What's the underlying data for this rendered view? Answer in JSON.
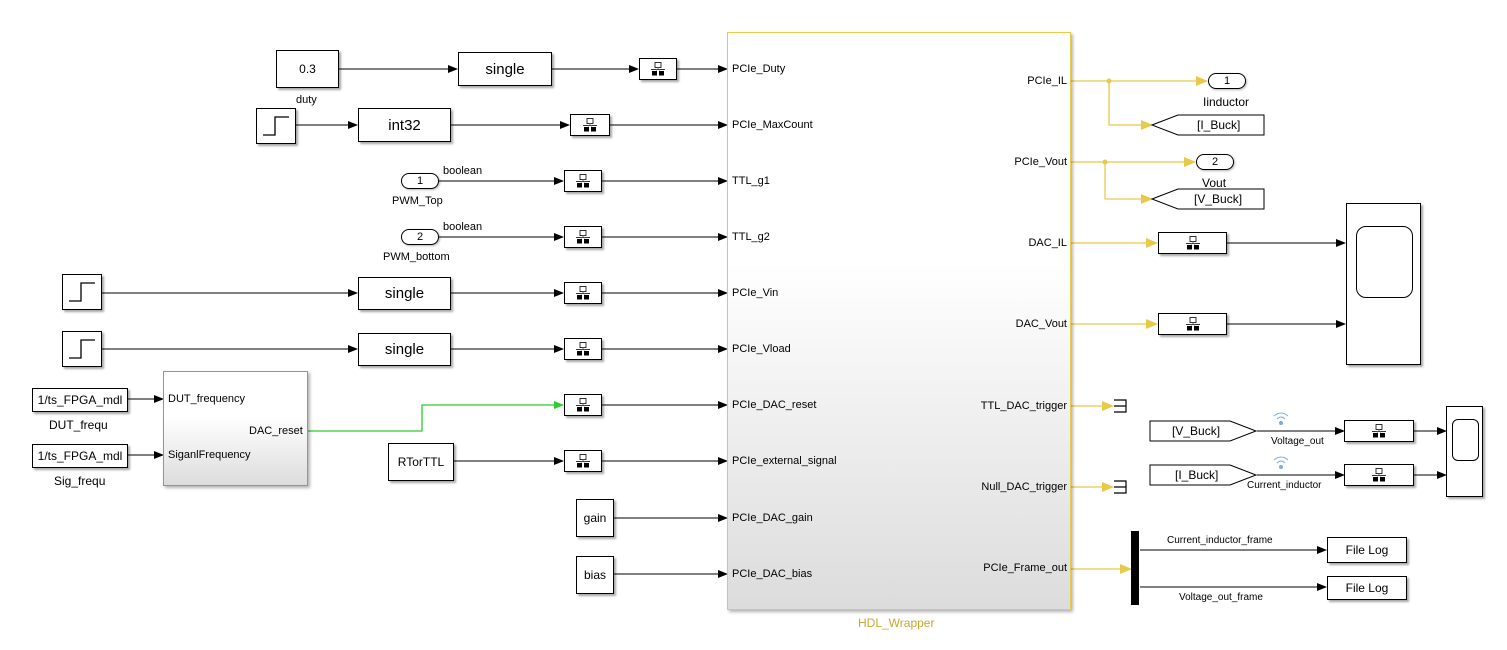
{
  "colors": {
    "signal": "#000000",
    "bus_yellow": "#e8c94a",
    "green_line": "#2ecc2e",
    "wrapper_label": "#c8a832"
  },
  "sources": {
    "duty": {
      "value": "0.3",
      "label": "duty"
    },
    "int_block": "int32",
    "single_1": "single",
    "single_2": "single",
    "single_3": "single",
    "pwm_top": {
      "number": "1",
      "label": "PWM_Top",
      "type": "boolean"
    },
    "pwm_bottom": {
      "number": "2",
      "label": "PWM_bottom",
      "type": "boolean"
    },
    "dut_frequ": {
      "value": "1/ts_FPGA_mdl",
      "label": "DUT_frequ"
    },
    "sig_frequ": {
      "value": "1/ts_FPGA_mdl",
      "label": "Sig_frequ"
    },
    "rtorttl": "RTorTTL",
    "gain": "gain",
    "bias": "bias"
  },
  "subsystem": {
    "in1": "DUT_frequency",
    "in2": "SiganlFrequency",
    "out1": "DAC_reset"
  },
  "wrapper": {
    "name": "HDL_Wrapper",
    "inputs": [
      "PCIe_Duty",
      "PCIe_MaxCount",
      "TTL_g1",
      "TTL_g2",
      "PCIe_Vin",
      "PCIe_Vload",
      "PCIe_DAC_reset",
      "PCIe_external_signal",
      "PCIe_DAC_gain",
      "PCIe_DAC_bias"
    ],
    "outputs": [
      "PCIe_IL",
      "PCIe_Vout",
      "DAC_IL",
      "DAC_Vout",
      "TTL_DAC_trigger",
      "Null_DAC_trigger",
      "PCIe_Frame_out"
    ]
  },
  "sinks": {
    "out1": {
      "number": "1",
      "label": "Iinductor"
    },
    "out2": {
      "number": "2",
      "label": "Vout"
    },
    "goto_i": "[I_Buck]",
    "goto_v": "[V_Buck]",
    "from_v": "[V_Buck]",
    "from_i": "[I_Buck]",
    "sig_voltage": "Voltage_out",
    "sig_current": "Current_inductor",
    "frame_1": "Current_inductor_frame",
    "frame_2": "Voltage_out_frame",
    "filelog_1": "File Log",
    "filelog_2": "File Log"
  }
}
